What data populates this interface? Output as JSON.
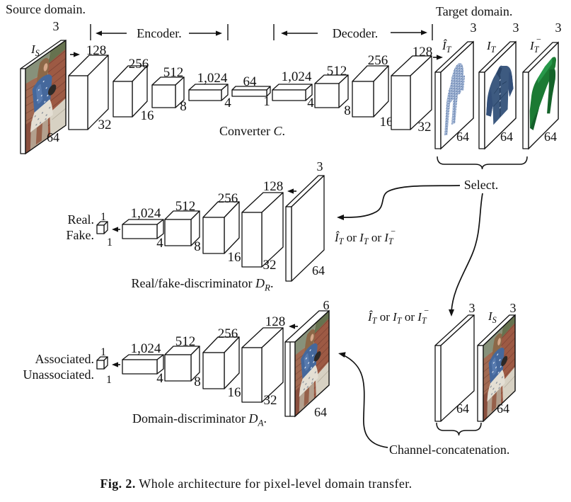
{
  "header": {
    "source_domain": "Source domain.",
    "target_domain": "Target domain.",
    "encoder_label": "Encoder.",
    "decoder_label": "Decoder."
  },
  "converter": {
    "label": [
      {
        "t": "Converter "
      },
      {
        "m": "C"
      },
      {
        "t": "."
      }
    ],
    "input_image": {
      "name": [
        {
          "m": "I_S"
        }
      ],
      "channels": "3",
      "size": "64"
    },
    "encoder_boxes": [
      {
        "filters": "128",
        "size": "32"
      },
      {
        "filters": "256",
        "size": "16"
      },
      {
        "filters": "512",
        "size": "8"
      },
      {
        "filters": "1,024",
        "size": "4"
      },
      {
        "filters": "64",
        "size": "1"
      }
    ],
    "decoder_boxes": [
      {
        "filters": "1,024",
        "size": "4"
      },
      {
        "filters": "512",
        "size": "8"
      },
      {
        "filters": "256",
        "size": "16"
      },
      {
        "filters": "128",
        "size": "32"
      }
    ],
    "output_images": [
      {
        "name": [
          {
            "m": "Î_T"
          }
        ],
        "channels": "3",
        "size": "64"
      },
      {
        "name": [
          {
            "m": "I_T"
          }
        ],
        "channels": "3",
        "size": "64"
      },
      {
        "name": [
          {
            "m": "I_T^−"
          }
        ],
        "channels": "3",
        "size": "64"
      }
    ]
  },
  "select_label": "Select.",
  "real_fake_discriminator": {
    "label": [
      {
        "t": "Real/fake-discriminator "
      },
      {
        "m": "D_R"
      },
      {
        "t": "."
      }
    ],
    "output_labels": [
      "Real.",
      "Fake."
    ],
    "output_dims": [
      "1",
      "1"
    ],
    "boxes": [
      {
        "filters": "1,024",
        "size": "4"
      },
      {
        "filters": "512",
        "size": "8"
      },
      {
        "filters": "256",
        "size": "16"
      },
      {
        "filters": "128",
        "size": "32"
      }
    ],
    "input_plane": {
      "label": [
        {
          "m": "Î_T"
        },
        {
          "t": " or "
        },
        {
          "m": "I_T"
        },
        {
          "t": " or "
        },
        {
          "m": "I_T^−"
        }
      ],
      "channels": "3",
      "size": "64"
    }
  },
  "domain_discriminator": {
    "label": [
      {
        "t": "Domain-discriminator "
      },
      {
        "m": "D_A"
      },
      {
        "t": "."
      }
    ],
    "output_labels": [
      "Associated.",
      "Unassociated."
    ],
    "output_dims": [
      "1",
      "1"
    ],
    "boxes": [
      {
        "filters": "1,024",
        "size": "4"
      },
      {
        "filters": "512",
        "size": "8"
      },
      {
        "filters": "256",
        "size": "16"
      },
      {
        "filters": "128",
        "size": "32"
      }
    ],
    "input_plane": {
      "channels": "6",
      "size": "64"
    }
  },
  "selection": {
    "choice_label": [
      {
        "m": "Î_T"
      },
      {
        "t": " or "
      },
      {
        "m": "I_T"
      },
      {
        "t": " or "
      },
      {
        "m": "I_T^−"
      }
    ],
    "planes": [
      {
        "channels": "3",
        "size": "64"
      },
      {
        "name": [
          {
            "m": "I_S"
          }
        ],
        "channels": "3",
        "size": "64"
      }
    ],
    "concat_label": "Channel-concatenation."
  },
  "caption": {
    "tag": "Fig. 2.",
    "text": " Whole architecture for pixel-level domain transfer."
  }
}
